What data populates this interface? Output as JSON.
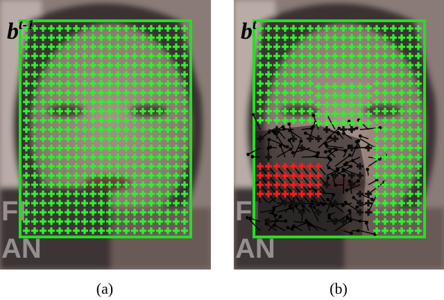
{
  "figure": {
    "panels": [
      {
        "id": "a",
        "bbox_label_base": "b",
        "bbox_label_sup": "t-1",
        "caption": "(a)",
        "shows_motion_vectors": false
      },
      {
        "id": "b",
        "bbox_label_base": "b",
        "bbox_label_sup": "t",
        "caption": "(b)",
        "shows_motion_vectors": true
      }
    ],
    "background_text": [
      "FI",
      "AN"
    ],
    "grid": {
      "columns": 20,
      "rows": 23
    },
    "colors": {
      "bounding_box": "#22e022",
      "tracked_point": "#2ef02e",
      "outlier_point": "#ff1a1a",
      "motion_vector": "#000000"
    },
    "icons": [
      "tracked-point-marker",
      "motion-vector-arrow"
    ]
  }
}
